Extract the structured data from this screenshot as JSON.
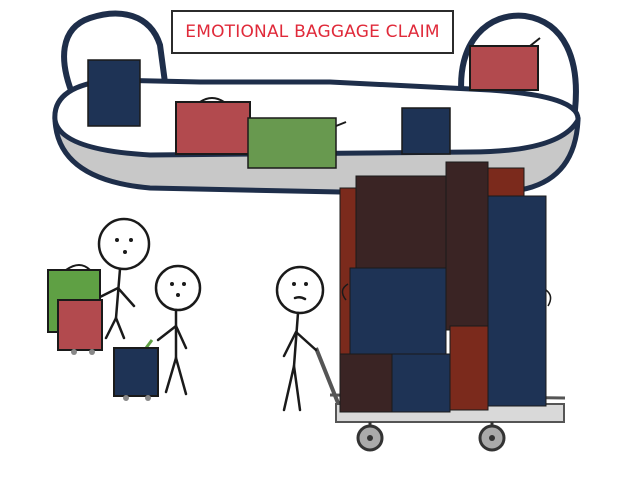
{
  "sign": {
    "text": "EMOTIONAL BAGGAGE CLAIM"
  },
  "colors": {
    "sign_text": "#e02a3a",
    "navy": "#1e3355",
    "red": "#b24a4e",
    "green": "#68994f",
    "dark_brown": "#3a2424",
    "rust": "#7b2a1c",
    "belt": "#c8c8c8",
    "outline": "#1e2e4a"
  },
  "scene": {
    "carousel": "baggage-claim-carousel",
    "figures": [
      "stick-figure-1",
      "stick-figure-2",
      "stick-figure-3"
    ],
    "cart": "luggage-cart-overloaded"
  }
}
